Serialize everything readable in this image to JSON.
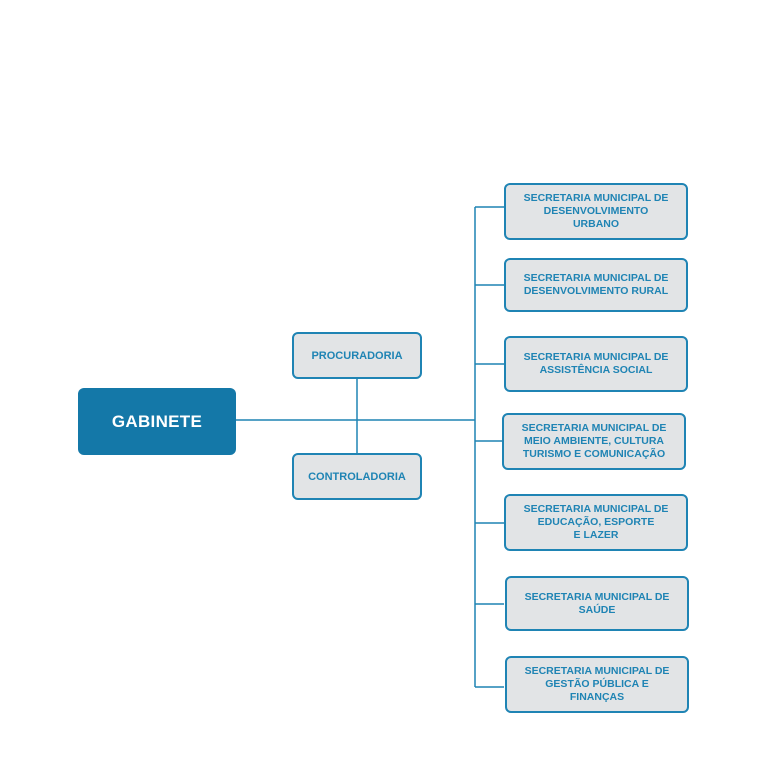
{
  "root": {
    "label": "GABINETE"
  },
  "advisory": [
    {
      "label": "PROCURADORIA"
    },
    {
      "label": "CONTROLADORIA"
    }
  ],
  "secretariats": [
    {
      "label": "SECRETARIA MUNICIPAL DE\nDESENVOLVIMENTO\nURBANO"
    },
    {
      "label": "SECRETARIA MUNICIPAL DE\nDESENVOLVIMENTO RURAL"
    },
    {
      "label": "SECRETARIA MUNICIPAL DE\nASSISTÊNCIA SOCIAL"
    },
    {
      "label": "SECRETARIA MUNICIPAL DE\nMEIO AMBIENTE, CULTURA\nTURISMO E COMUNICAÇÃO"
    },
    {
      "label": "SECRETARIA MUNICIPAL DE\nEDUCAÇÃO, ESPORTE\nE LAZER"
    },
    {
      "label": "SECRETARIA MUNICIPAL DE\nSAÚDE"
    },
    {
      "label": "SECRETARIA MUNICIPAL DE\nGESTÃO PÚBLICA E\nFINANÇAS"
    }
  ],
  "colors": {
    "accent": "#1f84b4",
    "root_fill": "#1478a8",
    "box_fill": "#e2e4e6"
  }
}
